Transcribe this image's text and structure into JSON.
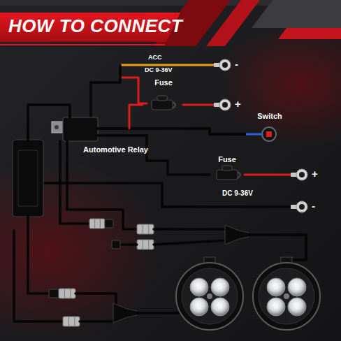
{
  "diagram": {
    "title": "HOW TO CONNECT",
    "nodes": [
      {
        "text": [
          "Fuse"
        ]
      },
      {
        "text": [
          "Switch"
        ]
      },
      {
        "text": [
          "Automotive Relay"
        ]
      },
      {
        "text": [
          "Fuse"
        ]
      }
    ],
    "edges": [
      {
        "from": 0,
        "to": 2,
        "arrow": "none"
      },
      {
        "from": 2,
        "to": 1,
        "arrow": "none"
      }
    ],
    "labels": [
      "ACC",
      "DC 9-36V",
      "-",
      "+",
      "DC 9-36V",
      "+",
      "-"
    ]
  }
}
